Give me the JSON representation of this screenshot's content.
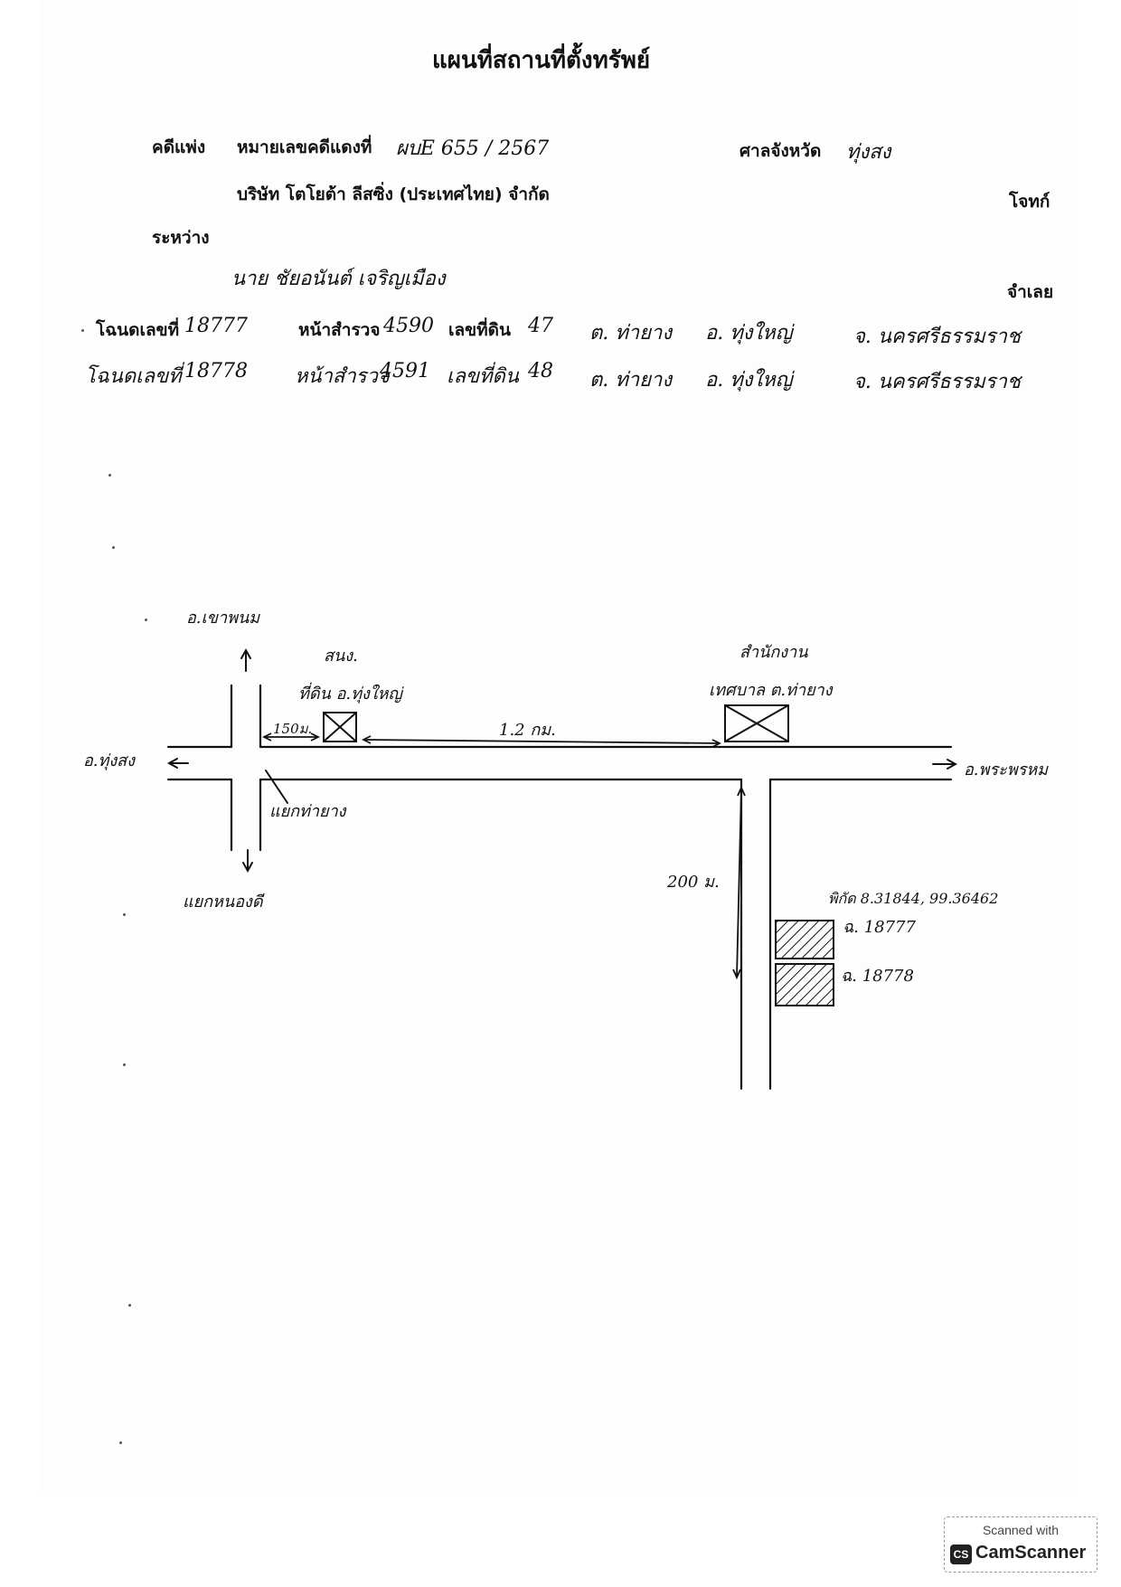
{
  "document": {
    "title": "แผนที่สถานที่ตั้งทรัพย์",
    "case_type": "คดีแพ่ง",
    "red_case_label": "หมายเลขคดีแดงที่",
    "red_case_number": "ผบE 655 / 2567",
    "court_label": "ศาลจังหวัด",
    "court_name": "ทุ่งสง",
    "plaintiff_name": "บริษัท โตโยต้า ลีสซิ่ง (ประเทศไทย) จำกัด",
    "plaintiff_label": "โจทก์",
    "between_label": "ระหว่าง",
    "defendant_name": "นาย ชัยอนันต์ เจริญเมือง",
    "defendant_label": "จำเลย"
  },
  "deeds": [
    {
      "deed_label": "โฉนดเลขที่",
      "deed_number": "18777",
      "survey_label": "หน้าสำรวจ",
      "survey_number": "4590",
      "land_label": "เลขที่ดิน",
      "land_number": "47",
      "tambon": "ต. ท่ายาง",
      "amphoe": "อ. ทุ่งใหญ่",
      "changwat": "จ. นครศรีธรรมราช"
    },
    {
      "deed_label": "โฉนดเลขที่",
      "deed_number": "18778",
      "survey_label": "หน้าสำรวจ",
      "survey_number": "4591",
      "land_label": "เลขที่ดิน",
      "land_number": "48",
      "tambon": "ต. ท่ายาง",
      "amphoe": "อ. ทุ่งใหญ่",
      "changwat": "จ. นครศรีธรรมราช"
    }
  ],
  "map": {
    "north_dest": "อ.เขาพนม",
    "south_dest": "แยกหนองดี",
    "west_dest": "อ.ทุ่งสง",
    "east_dest": "อ.พระพรหม",
    "junction_label": "แยกท่ายาง",
    "landoffice_line1": "สนง.",
    "landoffice_line2": "ที่ดิน อ.ทุ่งใหญ่",
    "municipal_line1": "สำนักงาน",
    "municipal_line2": "เทศบาล ต.ท่ายาง",
    "distance_junction": "150ม.",
    "distance_main": "1.2 กม.",
    "distance_side": "200 ม.",
    "coordinates": "พิกัด 8.31844, 99.36462",
    "parcel_1": "ฉ. 18777",
    "parcel_2": "ฉ. 18778"
  },
  "watermark": {
    "line1": "Scanned with",
    "brand": "CamScanner",
    "logo": "CS"
  }
}
